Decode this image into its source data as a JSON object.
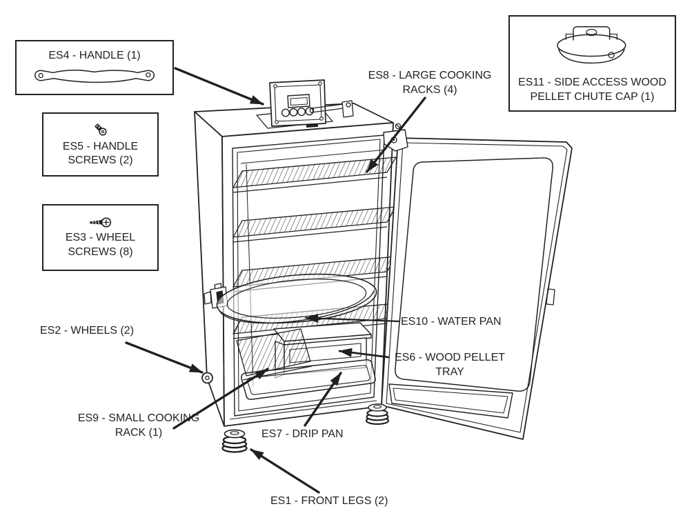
{
  "diagram": {
    "kind": "exploded-parts-diagram",
    "colors": {
      "background": "#ffffff",
      "line": "#231f20",
      "text": "#231f20"
    },
    "boxed_callouts": [
      {
        "id": "ES4",
        "label": "ES4 - HANDLE (1)",
        "icon": "handle-icon"
      },
      {
        "id": "ES5",
        "label": "ES5 - HANDLE SCREWS (2)",
        "icon": "handle-screw-icon"
      },
      {
        "id": "ES3",
        "label": "ES3 - WHEEL SCREWS (8)",
        "icon": "wheel-screw-icon"
      },
      {
        "id": "ES11",
        "label": "ES11 - SIDE ACCESS WOOD PELLET CHUTE CAP (1)",
        "icon": "chute-cap-icon"
      }
    ],
    "text_callouts": [
      {
        "id": "ES8",
        "label": "ES8 - LARGE COOKING RACKS (4)"
      },
      {
        "id": "ES10",
        "label": "ES10 - WATER PAN"
      },
      {
        "id": "ES6",
        "label": "ES6 - WOOD PELLET TRAY"
      },
      {
        "id": "ES2",
        "label": "ES2 - WHEELS (2)"
      },
      {
        "id": "ES9",
        "label": "ES9 - SMALL COOKING RACK (1)"
      },
      {
        "id": "ES7",
        "label": "ES7 - DRIP PAN"
      },
      {
        "id": "ES1",
        "label": "ES1 - FRONT LEGS (2)"
      }
    ]
  }
}
